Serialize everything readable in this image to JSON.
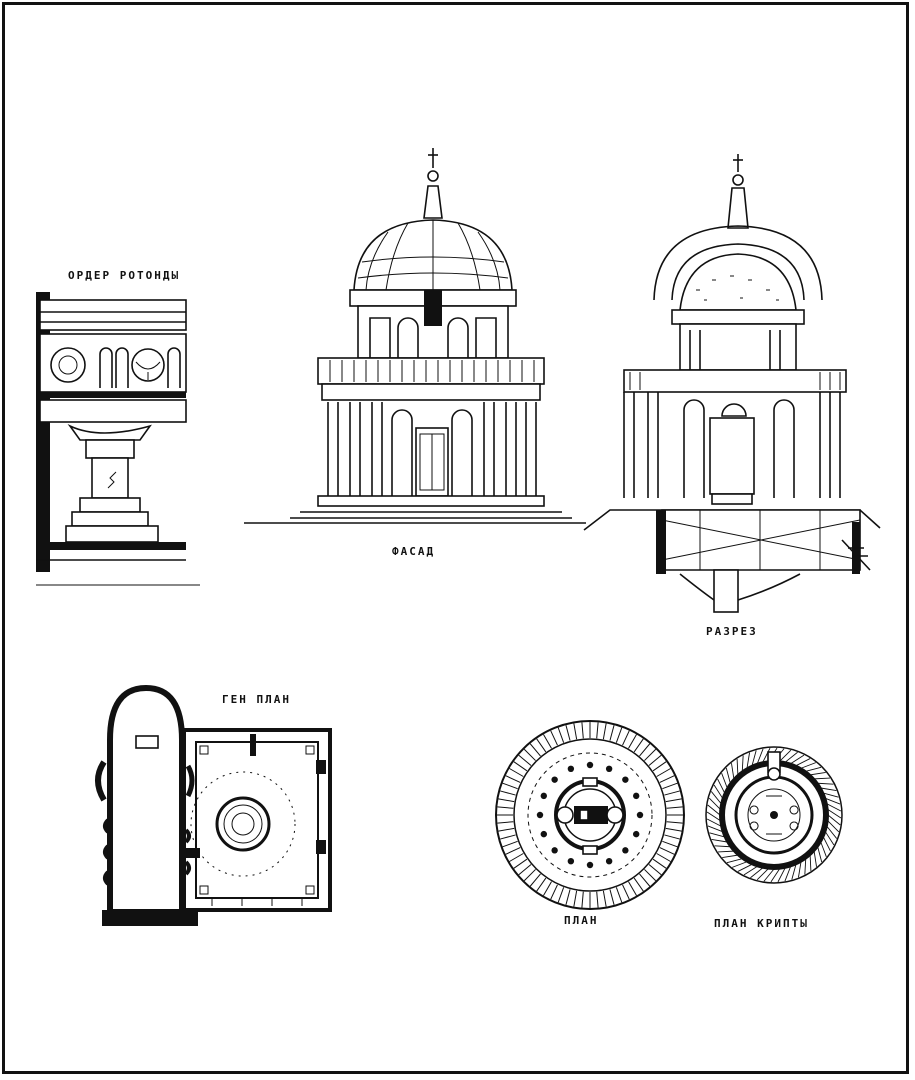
{
  "labels": {
    "order": "ОРДЕР РОТОНДЫ",
    "facade": "ФАСАД",
    "section": "РАЗРЕЗ",
    "genplan": "ГЕН ПЛАН",
    "plan": "ПЛАН",
    "crypt_plan": "ПЛАН КРИПТЫ"
  }
}
